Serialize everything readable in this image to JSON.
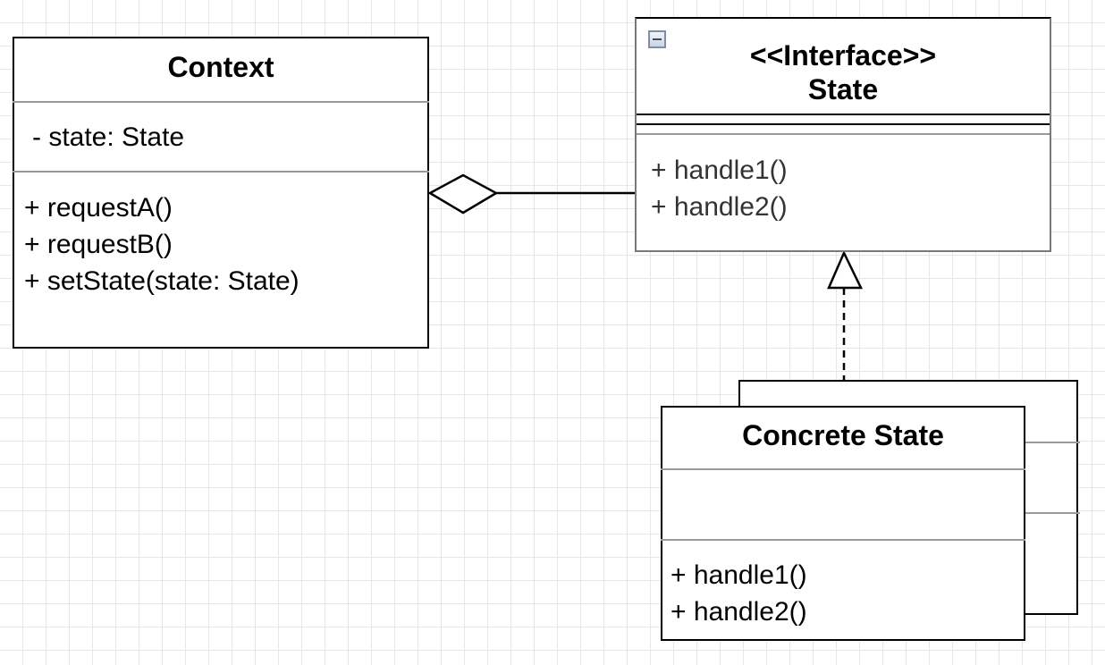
{
  "context_class": {
    "name": "Context",
    "attributes": [
      "- state: State"
    ],
    "methods": [
      "+ requestA()",
      "+ requestB()",
      "+ setState(state: State)"
    ]
  },
  "state_interface": {
    "stereotype": "<<Interface>>",
    "name": "State",
    "methods": [
      "+ handle1()",
      "+ handle2()"
    ]
  },
  "concrete_state": {
    "name": "Concrete State",
    "methods": [
      "+ handle1()",
      "+ handle2()"
    ]
  },
  "relations": [
    {
      "type": "aggregation",
      "from": "Context",
      "to": "State"
    },
    {
      "type": "realization",
      "from": "Concrete State",
      "to": "State"
    }
  ],
  "colors": {
    "line": "#000000",
    "compartment_divider": "#9a9a9a",
    "grid": "#e6e6e6"
  }
}
